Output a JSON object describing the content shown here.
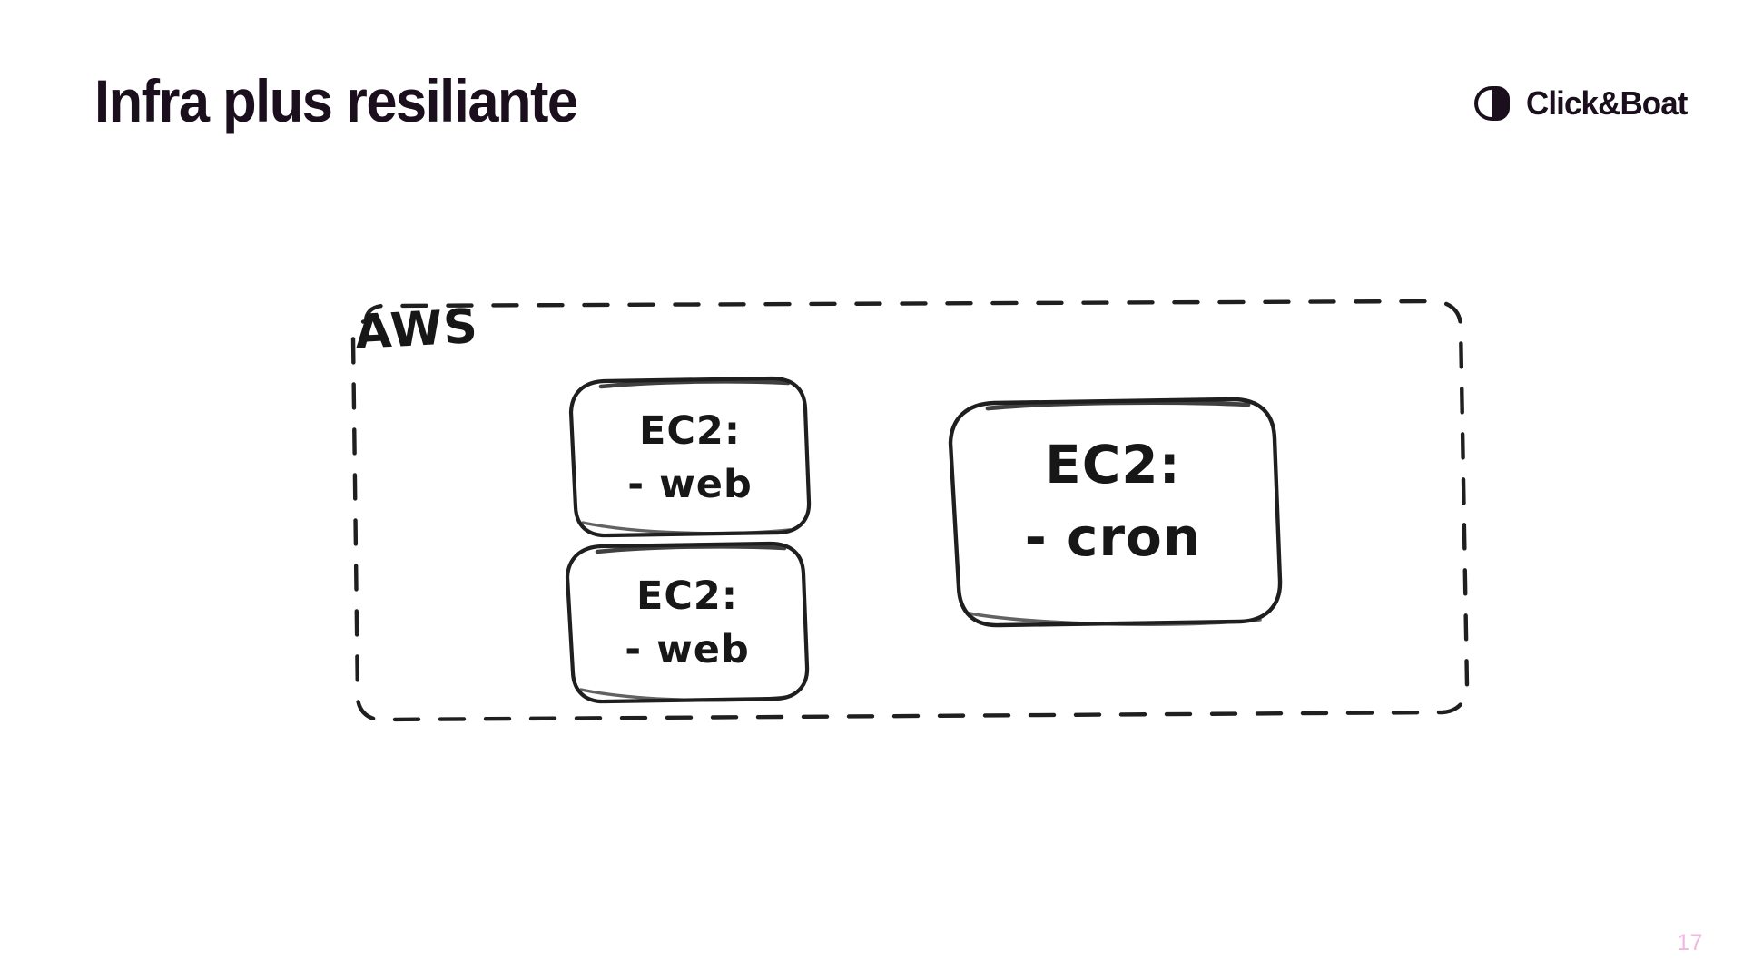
{
  "slide": {
    "title": "Infra plus resiliante",
    "page_number": "17",
    "page_number_color": "#f0b8e0",
    "title_color": "#1b0f1e",
    "background_color": "#ffffff"
  },
  "brand": {
    "name": "Click&Boat",
    "mark_icon": "clickandboat-logo-icon",
    "color": "#1b0f1e"
  },
  "diagram": {
    "type": "architecture-sketch",
    "style": "hand-drawn",
    "container": {
      "label": "AWS",
      "border_style": "dashed",
      "stroke_color": "#1f1f1f"
    },
    "nodes": [
      {
        "id": "ec2-web-1",
        "line1": "EC2:",
        "line2": "- web",
        "shape": "rounded-rectangle"
      },
      {
        "id": "ec2-web-2",
        "line1": "EC2:",
        "line2": "- web",
        "shape": "rounded-rectangle"
      },
      {
        "id": "ec2-cron",
        "line1": "EC2:",
        "line2": "- cron",
        "shape": "rounded-rectangle"
      }
    ]
  }
}
